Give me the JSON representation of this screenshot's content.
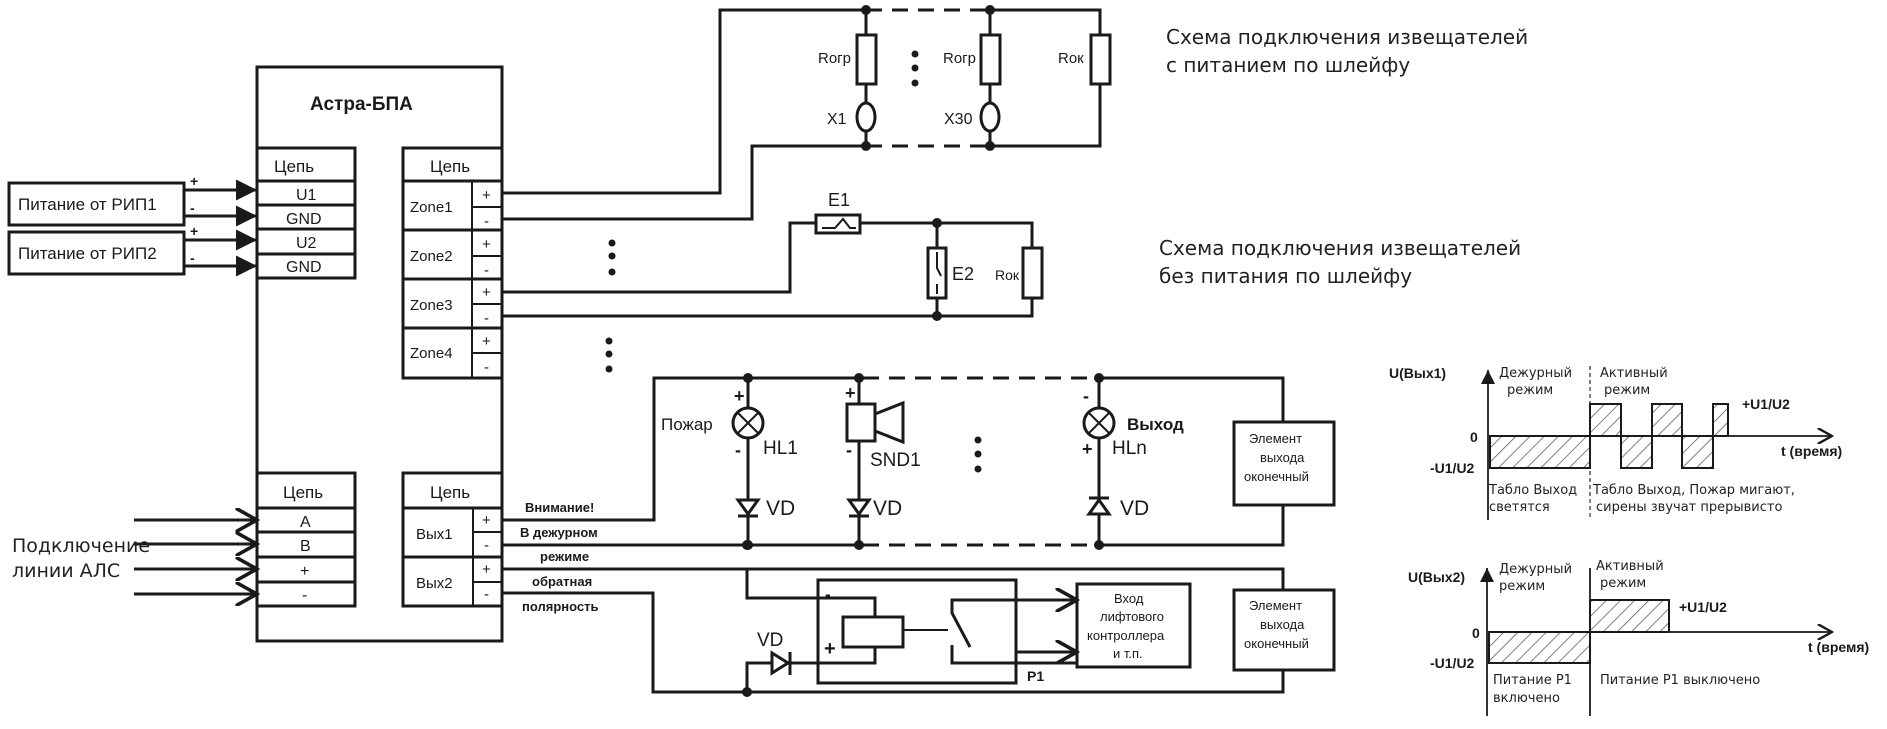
{
  "device": {
    "title": "Астра-БПА",
    "left_table": {
      "header": "Цепь",
      "power_rows": [
        "U1",
        "GND",
        "U2",
        "GND"
      ],
      "als_rows": [
        "A",
        "B",
        "+",
        "-"
      ]
    },
    "right_table": {
      "header": "Цепь",
      "zones": [
        "Zone1",
        "Zone2",
        "Zone3",
        "Zone4"
      ],
      "outputs": [
        "Вых1",
        "Вых2"
      ],
      "plus": "+",
      "minus": "-"
    }
  },
  "power": {
    "rip1": "Питание от РИП1",
    "rip2": "Питание от РИП2",
    "plus": "+",
    "minus": "-"
  },
  "als": {
    "label_line1": "Подключение",
    "label_line2": "линии АЛС"
  },
  "output_notes": {
    "line1": "Внимание!",
    "line2": "В дежурном",
    "line3": "режиме",
    "line4": "обратная",
    "line5": "полярность"
  },
  "loop_powered": {
    "caption_line1": "Схема подключения извещателей",
    "caption_line2": "с питанием по шлейфу",
    "r_limit_1": "Rогр",
    "r_limit_2": "Rогр",
    "r_end": "Rок",
    "detector_1": "X1",
    "detector_30": "X30"
  },
  "non_powered": {
    "caption_line1": "Схема подключения извещателей",
    "caption_line2": "без питания по шлейфу",
    "e1": "E1",
    "e2": "E2",
    "r_end": "Rок"
  },
  "out1_circuit": {
    "fire_label": "Пожар",
    "hl1": "HL1",
    "snd1": "SND1",
    "exit_label": "Выход",
    "hln": "HLn",
    "vd": "VD",
    "plus": "+",
    "minus": "-",
    "end_element": [
      "Элемент",
      "выхода",
      "оконечный"
    ]
  },
  "out2_circuit": {
    "vd": "VD",
    "relay": "P1",
    "plus": "+",
    "minus": "-",
    "lift_input": [
      "Вход",
      "лифтового",
      "контроллера",
      "и т.п."
    ],
    "end_element": [
      "Элемент",
      "выхода",
      "оконечный"
    ]
  },
  "timing1": {
    "y_label": "U(Вых1)",
    "x_label": "t (время)",
    "zero": "0",
    "neg": "-U1/U2",
    "pos": "+U1/U2",
    "mode_standby": [
      "Дежурный",
      "режим"
    ],
    "mode_active": [
      "Активный",
      "режим"
    ],
    "note_standby": [
      "Табло Выход",
      "светятся"
    ],
    "note_active": [
      "Табло Выход, Пожар мигают,",
      "сирены звучат прерывисто"
    ]
  },
  "timing2": {
    "y_label": "U(Вых2)",
    "x_label": "t (время)",
    "zero": "0",
    "neg": "-U1/U2",
    "pos": "+U1/U2",
    "mode_standby": [
      "Дежурный",
      "режим"
    ],
    "mode_active": [
      "Активный",
      "режим"
    ],
    "note_standby": [
      "Питание Р1",
      "включено"
    ],
    "note_active": [
      "Питание Р1 выключено"
    ]
  }
}
